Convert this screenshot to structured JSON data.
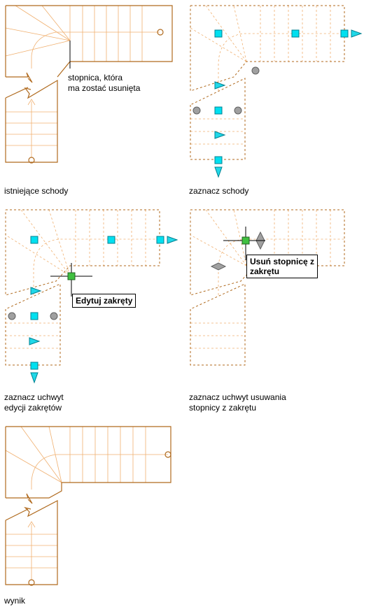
{
  "colors": {
    "stair_outline": "#b06a1e",
    "stair_lines": "#f0b070",
    "grip_square": "#00e0f0",
    "grip_triangle": "#20d8e8",
    "grip_gray": "#a0a0a0",
    "selected_grip": "#40c040"
  },
  "icons": [
    "square-grip-icon",
    "triangle-grip-icon",
    "circle-grip-icon",
    "diamond-grip-icon",
    "crosshair-cursor-icon",
    "break-line-icon"
  ],
  "panel1": {
    "callout": "stopnica, która\nma zostać usunięta",
    "caption": "istniejące schody"
  },
  "panel2": {
    "caption": "zaznacz schody"
  },
  "panel3": {
    "tooltip": "Edytuj zakręty",
    "caption": "zaznacz uchwyt\nedycji zakrętów"
  },
  "panel4": {
    "tooltip": "Usuń stopnicę z\nzakrętu",
    "caption": "zaznacz uchwyt usuwania\nstopnicy z zakrętu"
  },
  "panel5": {
    "caption": "wynik"
  }
}
